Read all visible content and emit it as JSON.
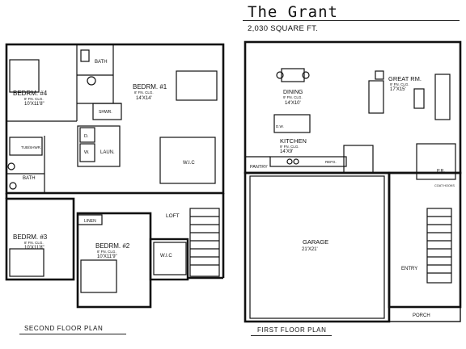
{
  "header": {
    "title": "The Grant",
    "subtitle": "2,030 SQUARE FT."
  },
  "second_floor": {
    "label": "SECOND FLOOR PLAN",
    "rooms": {
      "bedroom4": {
        "name": "BEDRM. #4",
        "ceiling": "8' FN. CLG.",
        "size": "10'X11'8\""
      },
      "bath_upper": {
        "name": "BATH"
      },
      "bedroom1": {
        "name": "BEDRM. #1",
        "ceiling": "8' FN. CLG.",
        "size": "14'X14'"
      },
      "shower": {
        "name": "SHWR."
      },
      "dryer": {
        "name": "D."
      },
      "washer": {
        "name": "W."
      },
      "laundry": {
        "name": "LAUN."
      },
      "wic1": {
        "name": "W.I.C"
      },
      "tub": {
        "name": "TUB/SHWR."
      },
      "bath_hall": {
        "name": "BATH"
      },
      "linen": {
        "name": "LINEN"
      },
      "loft": {
        "name": "LOFT"
      },
      "bedroom3": {
        "name": "BEDRM. #3",
        "ceiling": "8' FN. CLG.",
        "size": "10'X11'8\""
      },
      "bedroom2": {
        "name": "BEDRM. #2",
        "ceiling": "8' FN. CLG.",
        "size": "10'X11'9\""
      },
      "wic2": {
        "name": "W.I.C"
      }
    }
  },
  "first_floor": {
    "label": "FIRST FLOOR PLAN",
    "rooms": {
      "dining": {
        "name": "DINING",
        "ceiling": "9' FN. CLG.",
        "size": "14'X10'"
      },
      "great_room": {
        "name": "GREAT RM.",
        "ceiling": "9' FN. CLG.",
        "size": "17'X15'"
      },
      "kitchen": {
        "name": "KITCHEN",
        "ceiling": "9' FN. CLG.",
        "size": "14'X9'"
      },
      "dishwasher": {
        "name": "D.W."
      },
      "refrigerator": {
        "name": "REFG."
      },
      "pantry": {
        "name": "PANTRY"
      },
      "powder": {
        "name": "P.R."
      },
      "coat_hooks": {
        "name": "COAT HOOKS"
      },
      "garage": {
        "name": "GARAGE",
        "size": "21'X21'"
      },
      "entry": {
        "name": "ENTRY"
      },
      "porch": {
        "name": "PORCH"
      }
    }
  }
}
